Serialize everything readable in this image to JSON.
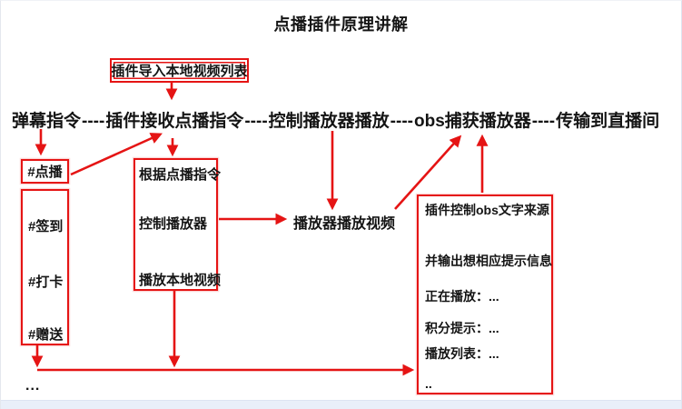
{
  "title": "点播插件原理讲解",
  "flow": {
    "separator": "----",
    "items": [
      "弹幕指令",
      "插件接收点播指令",
      "控制播放器播放",
      "obs捕获播放器",
      "传输到直播间"
    ]
  },
  "import_box": {
    "label": "插件导入本地视频列表"
  },
  "dianbo_box": {
    "label": "#点播"
  },
  "commands_box": {
    "items": [
      "#签到",
      "#打卡",
      "#赠送"
    ]
  },
  "process_box": {
    "lines": [
      "根据点播指令",
      "控制播放器",
      "播放本地视频"
    ]
  },
  "player_text": {
    "label": "播放器播放视频"
  },
  "obs_box": {
    "lines": [
      "插件控制obs文字来源",
      "并输出想相应提示信息",
      "正在播放：...",
      "积分提示：...",
      "播放列表：...",
      ".."
    ]
  },
  "bottom_ellipsis": "...",
  "colors": {
    "accent_red": "#e51414",
    "text": "#141414",
    "footer_bar": "#e9eff9"
  }
}
